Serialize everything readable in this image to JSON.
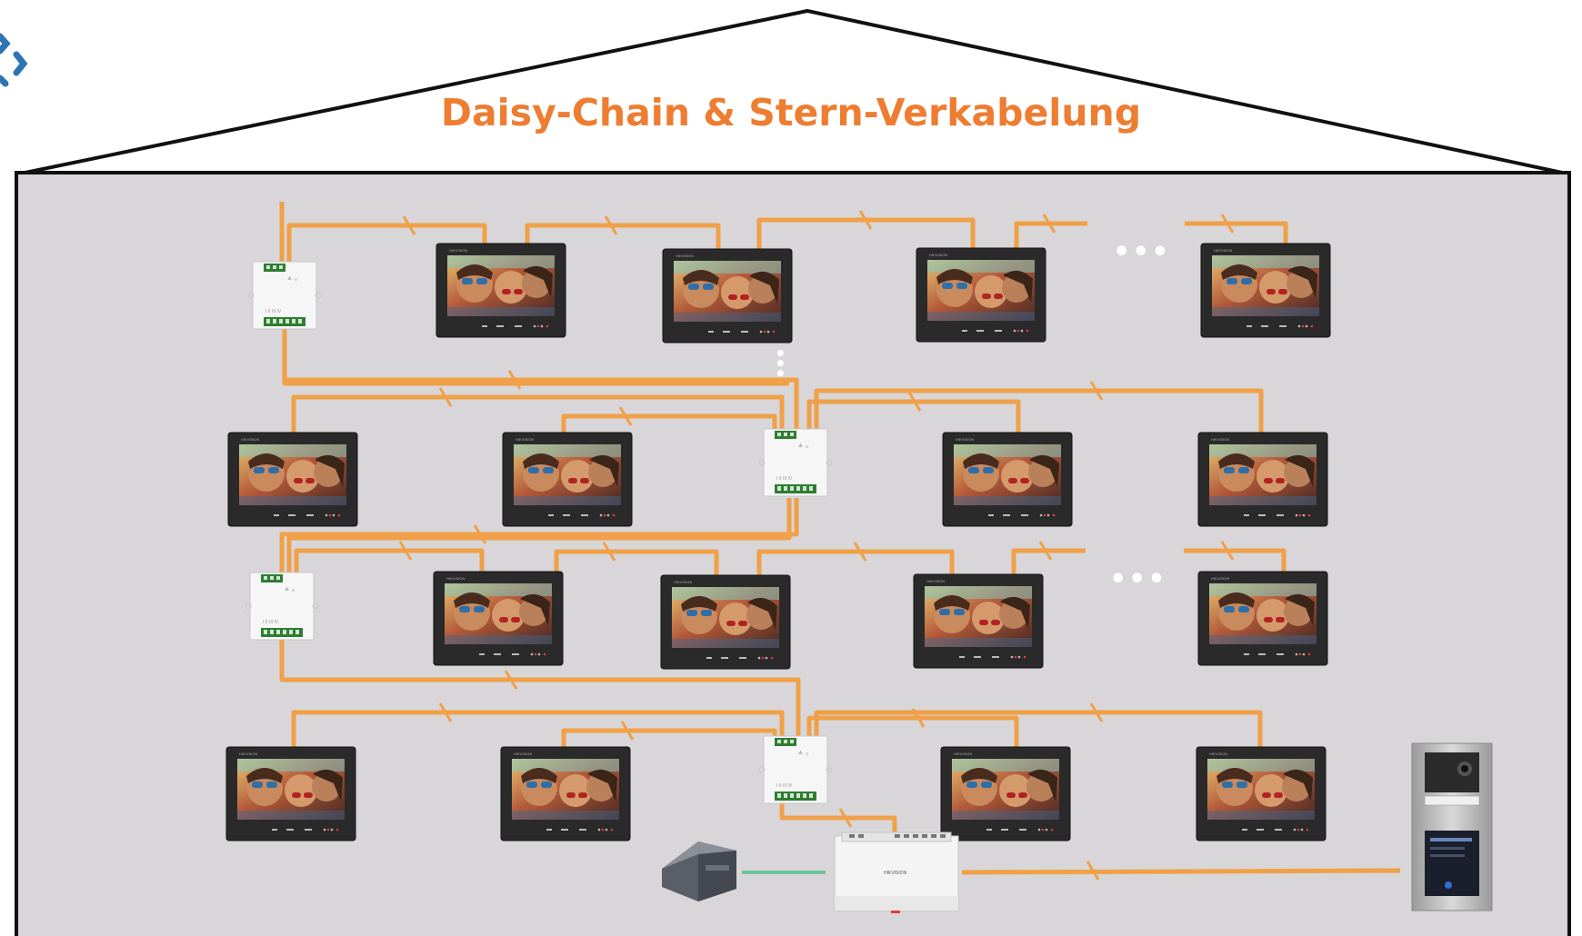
{
  "title": "Daisy-Chain & Stern-Verkabelung",
  "ellipsis": "•••",
  "vertical_ellipsis": "⋮",
  "colors": {
    "title": "#ee7d31",
    "cable": "#f0a048",
    "power_cable": "#6fc3a0",
    "building_fill": "#d8d6d8",
    "outline": "#111111",
    "logo": "#2e74b5"
  },
  "icons": [
    "logo-chevron-icon",
    "indoor-monitor-icon",
    "distributor-icon",
    "power-supply-icon",
    "central-unit-icon",
    "door-station-icon"
  ],
  "rows": [
    {
      "type": "daisy-chain",
      "monitors": 4,
      "has_ellipsis": true
    },
    {
      "type": "star",
      "monitors": 4
    },
    {
      "type": "daisy-chain",
      "monitors": 4,
      "has_ellipsis": true
    },
    {
      "type": "star",
      "monitors": 4
    }
  ]
}
